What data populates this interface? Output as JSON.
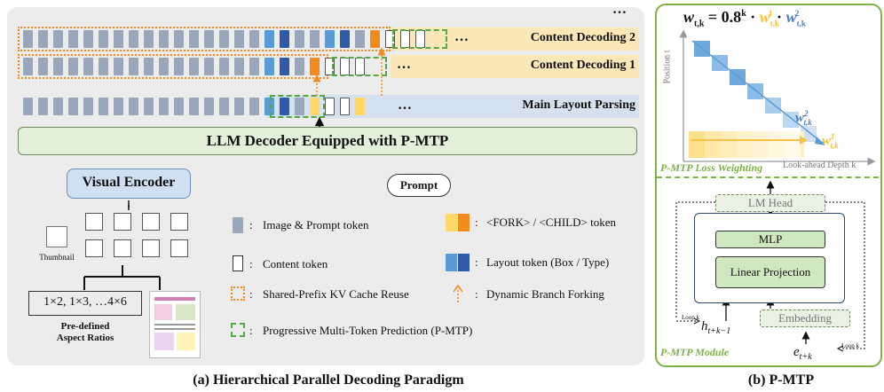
{
  "panel_a": {
    "rows": {
      "content_decoding_2": "Content Decoding 2",
      "content_decoding_1": "Content Decoding 1",
      "main_layout_parsing": "Main Layout Parsing"
    },
    "ellipsis": "…",
    "top_ellipsis": "…",
    "decoder_label": "LLM Decoder Equipped with P-MTP",
    "visual_encoder": "Visual Encoder",
    "prompt": "Prompt",
    "thumbnail": "Thumbnail",
    "aspect_ratios": "1×2, 1×3, …4×6",
    "predefined": "Pre-defined",
    "aspect_ratios_label": "Aspect Ratios",
    "legend": {
      "image_prompt": "Image & Prompt token",
      "content": "Content token",
      "shared_prefix": "Shared-Prefix KV Cache Reuse",
      "pmtp": "Progressive Multi-Token Prediction (P-MTP)",
      "fork_child": "<FORK>  / <CHILD> token",
      "layout": "Layout token (Box / Type)",
      "branch": "Dynamic Branch Forking",
      "sep": ":"
    },
    "caption": "(a) Hierarchical Parallel Decoding Paradigm"
  },
  "panel_b": {
    "formula_lhs": "w",
    "formula_sub": "t,k",
    "formula_mid": "= 0.8",
    "formula_exp": "k",
    "formula_dot": "·",
    "w1_sup": "1",
    "w2_sup": "2",
    "position_axis": "Position t",
    "lookahead_axis": "Look-ahead Depth k",
    "loss_weighting": "P-MTP Loss Weighting",
    "lm_head": "LM Head",
    "mlp": "MLP",
    "linear_projection": "Linear Projection",
    "embedding": "Embedding",
    "module": "P-MTP Module",
    "loop_k": "Loop k",
    "h_label": "h",
    "h_sub": "t+k−1",
    "e_label": "e",
    "e_sub": "t+k",
    "caption": "(b) P-MTP"
  },
  "colors": {
    "image_token": "#9aa7bb",
    "layout_light": "#5b9bd5",
    "layout_dark": "#2e5aa8",
    "fork": "#ffd76a",
    "child": "#f28c1e",
    "green": "#7cb342",
    "decoder_fill": "#e2efd9"
  }
}
